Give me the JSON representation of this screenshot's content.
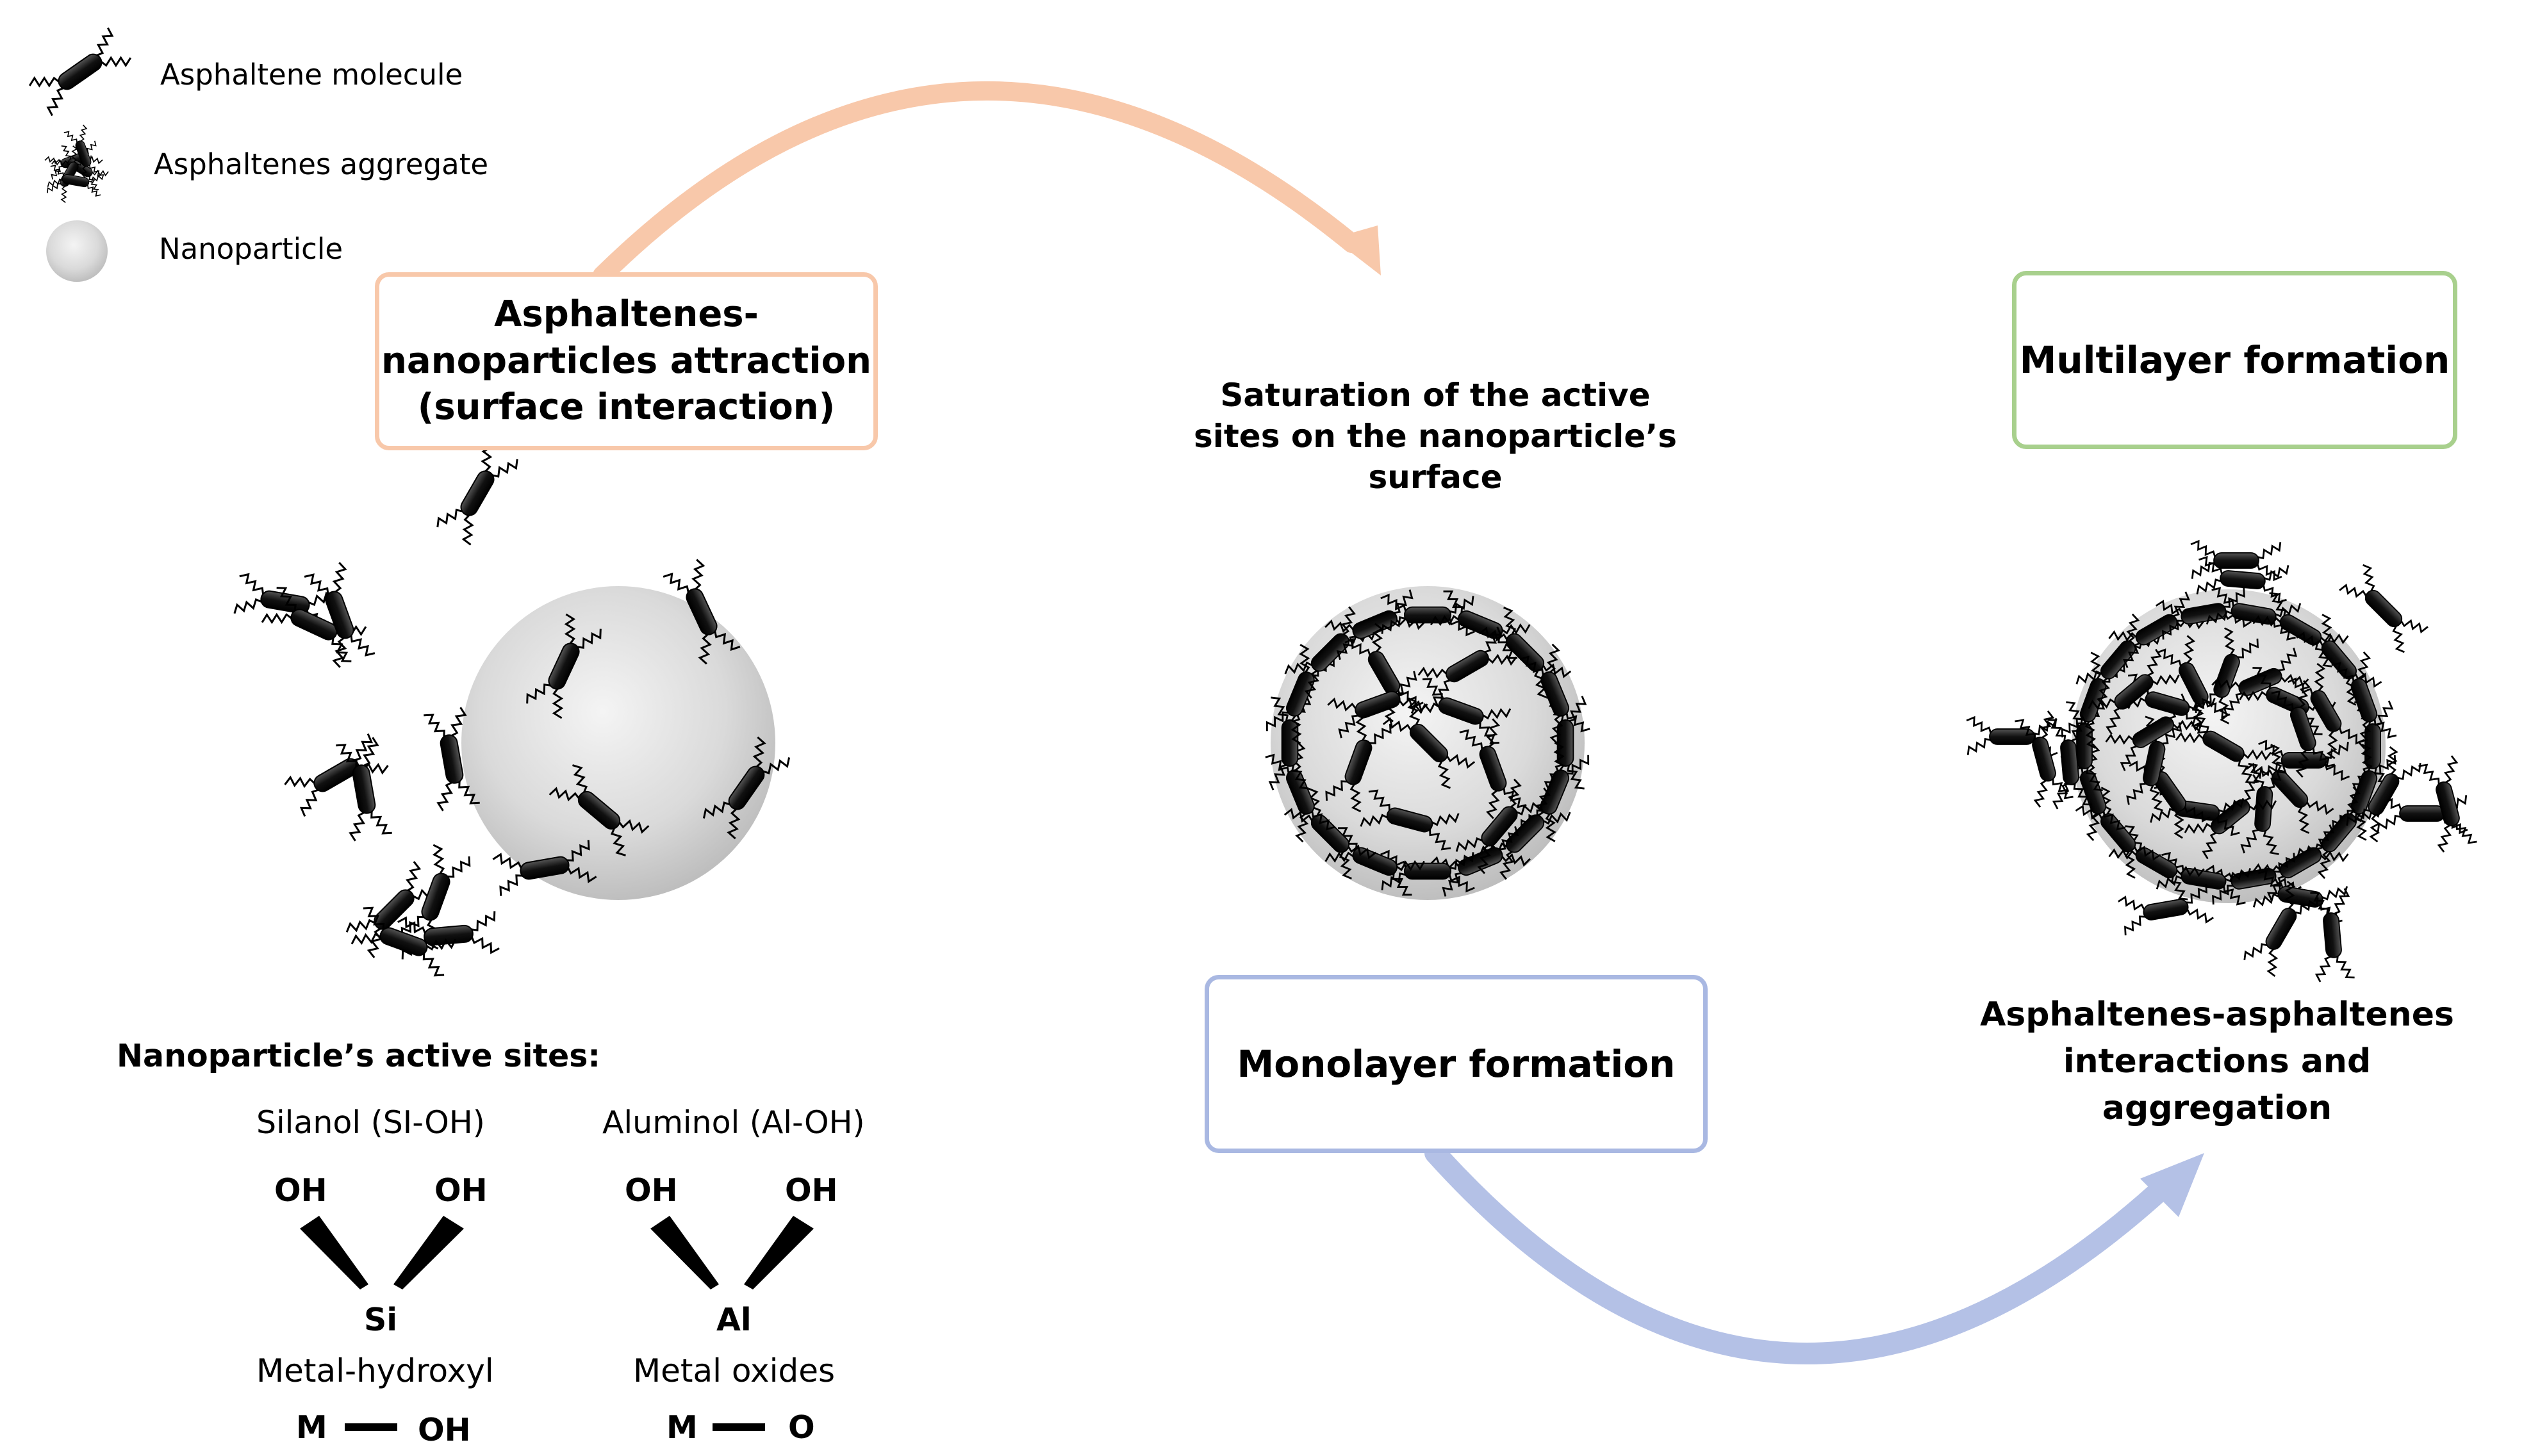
{
  "legend": {
    "molecule": "Asphaltene molecule",
    "aggregate": "Asphaltenes aggregate",
    "nanoparticle": "Nanoparticle"
  },
  "stages": {
    "attraction": {
      "label": "Asphaltenes-\nnanoparticles attraction\n(surface interaction)",
      "color": "#f8c8aa"
    },
    "saturation": {
      "label": "Saturation of the active\nsites on the nanoparticle’s\nsurface"
    },
    "monolayer": {
      "label": "Monolayer formation",
      "color": "#a9b8e2"
    },
    "multilayer": {
      "label": "Multilayer formation",
      "color": "#a8d08d"
    },
    "aggregation": {
      "label": "Asphaltenes-asphaltenes\ninteractions and\naggregation"
    }
  },
  "arrows": {
    "top_color": "#f8c8aa",
    "bottom_color": "#b4c1e6"
  },
  "active_sites": {
    "title": "Nanoparticle’s active sites:",
    "silanol": {
      "name": "Silanol (SI-OH)",
      "oh_left": "OH",
      "oh_right": "OH",
      "center": "Si"
    },
    "aluminol": {
      "name": "Aluminol (Al-OH)",
      "oh_left": "OH",
      "oh_right": "OH",
      "center": "Al"
    },
    "metal_hydroxyl": {
      "name": "Metal-hydroxyl",
      "left": "M",
      "right": "OH"
    },
    "metal_oxides": {
      "name": "Metal oxides",
      "left": "M",
      "right": "O"
    }
  }
}
